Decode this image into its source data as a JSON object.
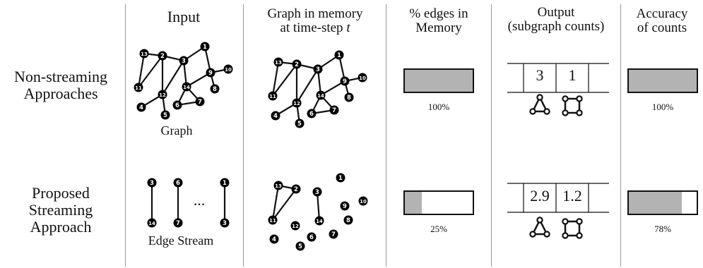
{
  "headers": {
    "input": "Input",
    "memory": "Graph in memory\nat time-step t",
    "pct_edges": "% edges in\nMemory",
    "output": "Output\n(subgraph counts)",
    "accuracy": "Accuracy\nof counts"
  },
  "rows": [
    {
      "label": "Non-streaming\nApproaches",
      "input_caption": "Graph",
      "memory_pct": 100,
      "memory_pct_label": "100%",
      "counts": [
        "3",
        "1"
      ],
      "accuracy_pct": 100,
      "accuracy_label": "100%"
    },
    {
      "label": "Proposed\nStreaming\nApproach",
      "input_caption": "Edge Stream",
      "ellipsis": "...",
      "memory_pct": 25,
      "memory_pct_label": "25%",
      "counts": [
        "2.9",
        "1.2"
      ],
      "accuracy_pct": 78,
      "accuracy_label": "78%"
    }
  ],
  "graph": {
    "node_labels": [
      "1",
      "2",
      "3",
      "4",
      "5",
      "6",
      "7",
      "8",
      "9",
      "10",
      "11",
      "12",
      "13",
      "14"
    ],
    "edges": [
      [
        13,
        2
      ],
      [
        13,
        11
      ],
      [
        2,
        11
      ],
      [
        2,
        12
      ],
      [
        12,
        3
      ],
      [
        3,
        2
      ],
      [
        3,
        1
      ],
      [
        3,
        14
      ],
      [
        1,
        9
      ],
      [
        9,
        10
      ],
      [
        9,
        8
      ],
      [
        9,
        14
      ],
      [
        14,
        6
      ],
      [
        14,
        7
      ],
      [
        6,
        7
      ],
      [
        12,
        4
      ],
      [
        12,
        5
      ]
    ],
    "memory_partial_edges": [
      [
        13,
        2
      ],
      [
        13,
        11
      ],
      [
        2,
        11
      ],
      [
        3,
        14
      ]
    ],
    "stream_edges": [
      [
        3,
        14
      ],
      [
        6,
        7
      ],
      [
        1,
        3
      ]
    ]
  },
  "colors": {
    "bar_fill": "#b3b3b3",
    "node": "#000000",
    "line": "#111111",
    "divider": "#999999"
  }
}
